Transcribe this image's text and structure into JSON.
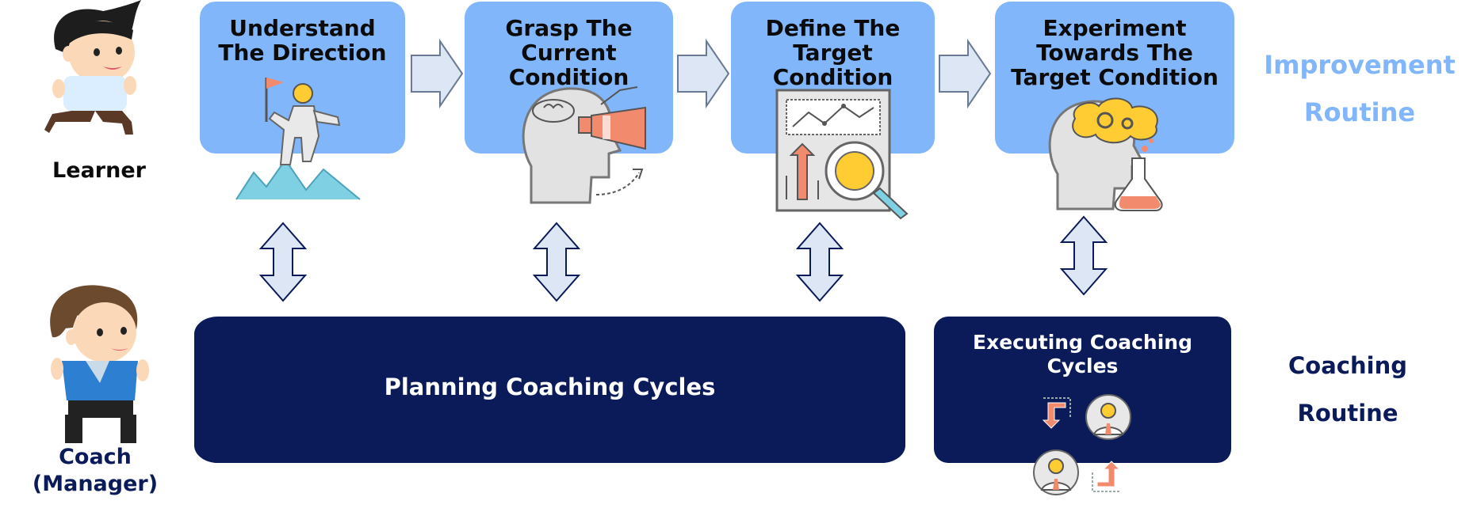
{
  "learner": {
    "label": "Learner"
  },
  "coach": {
    "label_line1": "Coach",
    "label_line2": "(Manager)"
  },
  "steps": [
    {
      "title_line1": "Understand",
      "title_line2": "The Direction",
      "title_line3": ""
    },
    {
      "title_line1": "Grasp The",
      "title_line2": "Current",
      "title_line3": "Condition"
    },
    {
      "title_line1": "Define The",
      "title_line2": "Target",
      "title_line3": "Condition"
    },
    {
      "title_line1": "Experiment",
      "title_line2": "Towards The",
      "title_line3": "Target Condition"
    }
  ],
  "improvement_routine": {
    "line1": "Improvement",
    "line2": "Routine",
    "color": "#82b6fb"
  },
  "planning": {
    "label": "Planning Coaching Cycles"
  },
  "executing": {
    "line1": "Executing Coaching",
    "line2": "Cycles"
  },
  "coaching_routine": {
    "line1": "Coaching",
    "line2": "Routine",
    "color": "#0b1b5a"
  },
  "colors": {
    "box_blue": "#82b6fb",
    "navy": "#0b1b5a",
    "arrow_fill": "#dde6f4",
    "accent_orange": "#f28b6e",
    "accent_yellow": "#ffcc33",
    "teal": "#7fd0e2"
  },
  "icons": [
    "climber-flag-icon",
    "head-telescope-icon",
    "chart-magnifier-icon",
    "head-flask-icon",
    "coaching-cycle-icon"
  ]
}
